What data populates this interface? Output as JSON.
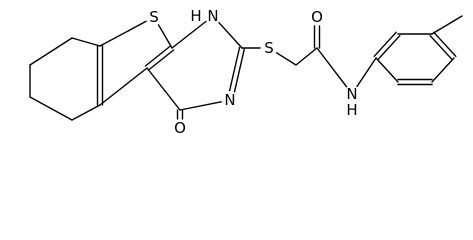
{
  "molecule": {
    "colors": {
      "bond": "#000000",
      "label": "#000000",
      "background": "#ffffff"
    },
    "atoms": [
      {
        "id": "c_cy1"
      },
      {
        "id": "c_cy2"
      },
      {
        "id": "c_cy3"
      },
      {
        "id": "c_cy4"
      },
      {
        "id": "c_th1"
      },
      {
        "id": "c_th2"
      },
      {
        "id": "s_thio",
        "label": "S"
      },
      {
        "id": "c_pyr_a"
      },
      {
        "id": "c_pyr_b"
      },
      {
        "id": "n_h",
        "label": "H"
      },
      {
        "id": "n_hn",
        "label": "N"
      },
      {
        "id": "c_2"
      },
      {
        "id": "n_3",
        "label": "N"
      },
      {
        "id": "c_4"
      },
      {
        "id": "o_keto",
        "label": "O"
      },
      {
        "id": "s_link",
        "label": "S"
      },
      {
        "id": "c_ch2"
      },
      {
        "id": "c_amide"
      },
      {
        "id": "o_amide",
        "label": "O"
      },
      {
        "id": "n_amide",
        "label": "N"
      },
      {
        "id": "h_amide",
        "label": "H"
      },
      {
        "id": "c_ph1"
      },
      {
        "id": "c_ph2"
      },
      {
        "id": "c_ph3"
      },
      {
        "id": "c_ph4"
      },
      {
        "id": "c_ph5"
      },
      {
        "id": "c_ph6"
      },
      {
        "id": "c_me"
      }
    ],
    "bonds": [
      {
        "a": "c_cy1",
        "b": "c_cy2",
        "order": 1
      },
      {
        "a": "c_cy2",
        "b": "c_cy3",
        "order": 1
      },
      {
        "a": "c_cy3",
        "b": "c_cy4",
        "order": 1
      },
      {
        "a": "c_cy4",
        "b": "c_th2",
        "order": 1
      },
      {
        "a": "c_cy1",
        "b": "c_th1",
        "order": 1
      },
      {
        "a": "c_th1",
        "b": "c_th2",
        "order": 2
      },
      {
        "a": "c_th1",
        "b": "s_thio",
        "order": 1
      },
      {
        "a": "s_thio",
        "b": "c_pyr_a",
        "order": 1
      },
      {
        "a": "c_pyr_a",
        "b": "c_pyr_b",
        "order": 2
      },
      {
        "a": "c_pyr_b",
        "b": "c_th2",
        "order": 1
      },
      {
        "a": "c_pyr_a",
        "b": "n_hn",
        "order": 1
      },
      {
        "a": "n_hn",
        "b": "c_2",
        "order": 1
      },
      {
        "a": "c_2",
        "b": "n_3",
        "order": 2
      },
      {
        "a": "n_3",
        "b": "c_4",
        "order": 1
      },
      {
        "a": "c_4",
        "b": "c_pyr_b",
        "order": 1
      },
      {
        "a": "c_4",
        "b": "o_keto",
        "order": 2
      },
      {
        "a": "c_2",
        "b": "s_link",
        "order": 1
      },
      {
        "a": "s_link",
        "b": "c_ch2",
        "order": 1
      },
      {
        "a": "c_ch2",
        "b": "c_amide",
        "order": 1
      },
      {
        "a": "c_amide",
        "b": "o_amide",
        "order": 2
      },
      {
        "a": "c_amide",
        "b": "n_amide",
        "order": 1
      },
      {
        "a": "n_amide",
        "b": "c_ph1",
        "order": 1
      },
      {
        "a": "c_ph1",
        "b": "c_ph2",
        "order": 2
      },
      {
        "a": "c_ph2",
        "b": "c_ph3",
        "order": 1
      },
      {
        "a": "c_ph3",
        "b": "c_ph4",
        "order": 2
      },
      {
        "a": "c_ph4",
        "b": "c_ph5",
        "order": 1
      },
      {
        "a": "c_ph5",
        "b": "c_ph6",
        "order": 2
      },
      {
        "a": "c_ph6",
        "b": "c_ph1",
        "order": 1
      },
      {
        "a": "c_ph3",
        "b": "c_me",
        "order": 1
      }
    ]
  }
}
